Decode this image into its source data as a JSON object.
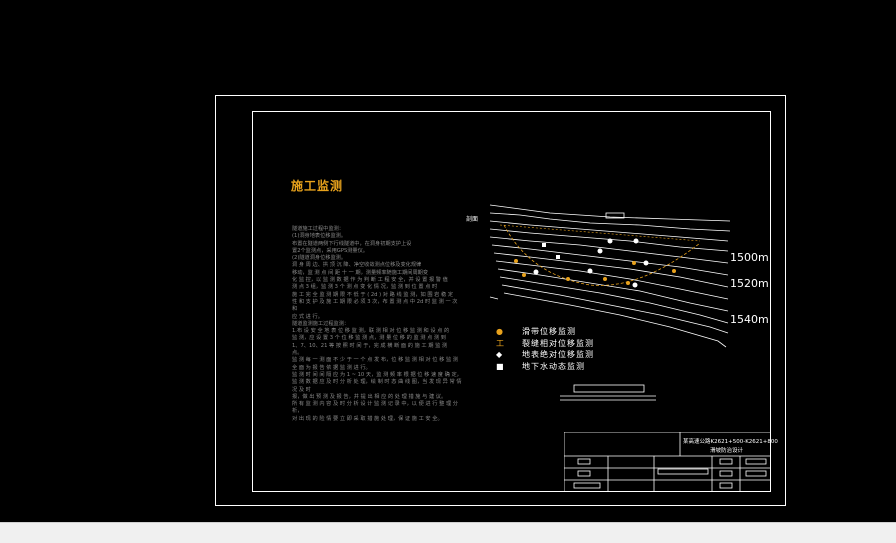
{
  "drawing": {
    "title": "施工监测",
    "notes": "隧道施工过程中监测：\n(1)洞身地表位移监测。\n  布置在隧道两侧下行线隧道中，在洞身初期支护上设\n置2个监测点，采用GPS测量仪。\n(2)隧道洞身位移监测。\n  洞 身 周 边、拱 顶 沉 降、净空收敛测点位移及变化规律\n移动，监 测 点 间 距 十 一 期，测量频率随施工期间周期变\n化 监 控，以 监 测 数 据 作 为 判 断 工 程 安 全，并 设 置 报 警 值\n测 点 3 组，监 测 3 个 测 点 变 化 情 况，监 测 到 位 置 点 时\n施 工 完 全 监 测 期 限 不 低 于 ( 2d ) 对 路 线 监 测，如 围 岩 稳 定\n性 和 支 护 及 施 工 期 限 必 须 3 次，布 置 测 点 中 2d 时 监 测 一 次 和\n应 式 进 行。\n隧道监测施工过程监测：\n  1.布 设 安 全 地 表 位 移 监 测，联 测 相 对 位 移 监 测 和 设 点 的\n监 测，应 设 置 3 个 位 移 监 测 点，测 量 位 移 的 监 测 点 测 到\n  1、7、10、21 等 按 照 时 间 于，完 成 横 断 面 的 施 工 期 监 测\n点。\n  监 测 每 一 测 面 不 少 于 一 个 点 发 布，位 移 监 测 相 对 位 移 监 测\n全 面 为 报 告 依 据 监 测 进 行。\n  监 测 时 间 间 隔 应 为 1 ~ 10 天，监 测 频 率 根 据 位 移 速 度 确 定，\n监 测 数 据 应 及 时 分 析 处 理，绘 制 时 态 曲 线 图，当 发 现 异 常 情 况 及 时\n报，做 出 预 测 及 报 告，并 提 出 相 应 的 处 理 措 施 与 建 议。\n  所 有 监 测 内 容 及 时 分 析 设 计 监 测 记 录 中，以 便 进 行 整 理 分 析，\n对 出 现 的 险 情 要 立 即 采 取 措 施 处 理，保 证 施 工 安 全。"
  },
  "section": {
    "elevation_labels": [
      "1500m",
      "1520m",
      "1540m"
    ],
    "left_tag": "剖面"
  },
  "legend": [
    {
      "symbol": "dot",
      "color": "#e8a21c",
      "label": "滑带位移监测"
    },
    {
      "symbol": "gong",
      "color": "#e8a21c",
      "label": "裂缝相对位移监测"
    },
    {
      "symbol": "diamond",
      "color": "#ffffff",
      "label": "地表绝对位移监测"
    },
    {
      "symbol": "square",
      "color": "#ffffff",
      "label": "地下水动态监测"
    }
  ],
  "title_block": {
    "project": "某高速公路K2621+500-K2621+800",
    "subtitle": "滑坡防治设计"
  }
}
